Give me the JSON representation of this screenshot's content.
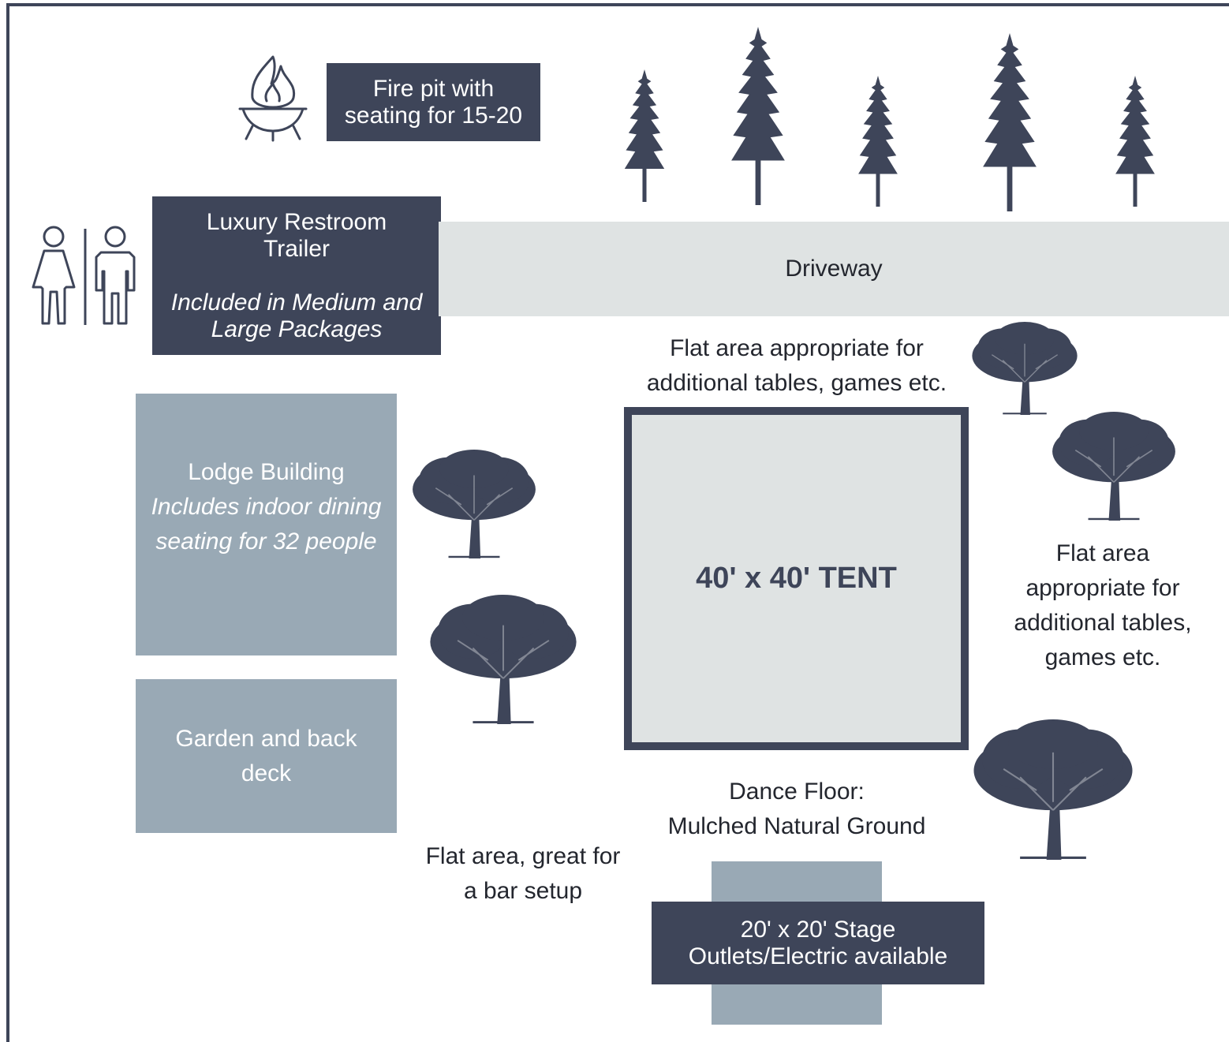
{
  "firepit": {
    "line1": "Fire pit with",
    "line2": "seating for 15-20"
  },
  "restroom": {
    "title1": "Luxury Restroom",
    "title2": "Trailer",
    "sub1": "Included in Medium and",
    "sub2": "Large Packages"
  },
  "driveway": {
    "label": "Driveway"
  },
  "lodge": {
    "title": "Lodge Building",
    "sub1": "Includes indoor dining",
    "sub2": "seating for 32 people"
  },
  "garden": {
    "line1": "Garden and back",
    "line2": "deck"
  },
  "tent": {
    "label": "40' x 40' TENT"
  },
  "flat_top": {
    "line1": "Flat area appropriate for",
    "line2": "additional tables, games etc."
  },
  "flat_right": {
    "line1": "Flat area",
    "line2": "appropriate for",
    "line3": "additional tables,",
    "line4": "games etc."
  },
  "dance": {
    "line1": "Dance Floor:",
    "line2": "Mulched Natural Ground"
  },
  "flat_bar": {
    "line1": "Flat area, great for",
    "line2": "a bar setup"
  },
  "stage": {
    "line1": "20' x 20' Stage",
    "line2": "Outlets/Electric available"
  },
  "colors": {
    "dark": "#3e4559",
    "grey": "#99a9b5",
    "light": "#dfe3e3"
  },
  "icons": [
    "fire-pit-icon",
    "restroom-icon",
    "pine-tree-icon",
    "oak-tree-icon"
  ]
}
